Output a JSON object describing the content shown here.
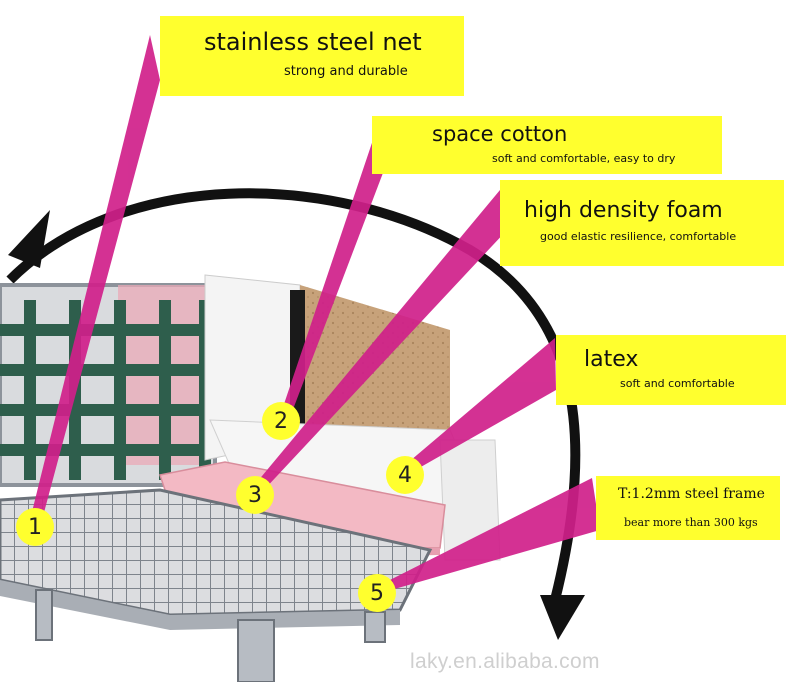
{
  "colors": {
    "callout_yellow": "#ffff2e",
    "pointer_magenta": "#d0208a",
    "webbing_green": "#2e5e4c",
    "latex_pink": "#f3b9c4",
    "steel_grey": "#9aa0a8",
    "arrow_black": "#111111"
  },
  "labels": [
    {
      "number": "1",
      "title": "stainless steel net",
      "subtitle": "strong and durable"
    },
    {
      "number": "2",
      "title": "space cotton",
      "subtitle": "soft and comfortable, easy to dry"
    },
    {
      "number": "3",
      "title": "high density foam",
      "subtitle": "good elastic resilience, comfortable"
    },
    {
      "number": "4",
      "title": "latex",
      "subtitle": "soft and comfortable"
    },
    {
      "number": "5",
      "title": "T:1.2mm steel frame",
      "subtitle": "bear more than 300 kgs"
    }
  ],
  "watermark": "laky.en.alibaba.com"
}
